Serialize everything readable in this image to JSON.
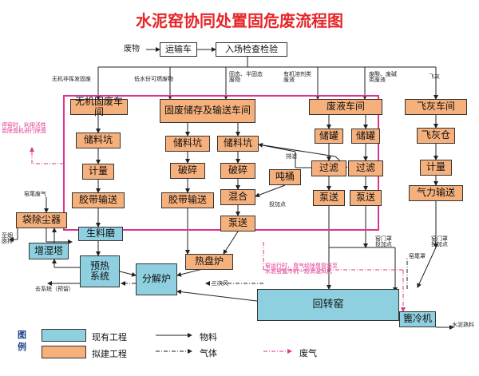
{
  "title": "水泥窑协同处置固危废流程图",
  "colors": {
    "existing": "#8ecfe0",
    "planned": "#f6b07b",
    "pink": "#e0338f",
    "title_red": "#e5262a"
  },
  "top": {
    "waste": "废物",
    "transport": "运输车",
    "inspection": "入场检查检验"
  },
  "categories": {
    "inorganic": "无机非挥发固废",
    "low_heat": "低水份可燃废物",
    "solid_semi": "固态、半固态\n废物",
    "organic_solvent": "有机溶剂类\n废液",
    "acid_base": "废酸、废碱\n类废液",
    "fly_ash": "飞灰"
  },
  "boxes": {
    "inorganic_ws": "无机固废车间",
    "solid_storage": "固废储存及输送车间",
    "liquid_ws": "废液车间",
    "flyash_ws": "飞灰车间",
    "pit1": "储料坑",
    "meter1": "计量",
    "belt1": "胶带输送",
    "pit2": "储料坑",
    "crush2": "破碎",
    "belt2": "胶带输送",
    "pit3": "储料坑",
    "crush3": "破碎",
    "mix": "混合",
    "pump_mix": "泵送",
    "ton": "吨桶",
    "tank1": "储罐",
    "filter1": "过滤",
    "pump1": "泵送",
    "tank2": "储罐",
    "filter2": "过滤",
    "pump2": "泵送",
    "flyash_silo": "飞灰仓",
    "meter_fa": "计量",
    "pneumatic": "气力输送",
    "bag_filter": "袋除尘器",
    "belt_conveyor": "生料磨",
    "humidifier": "增湿塔",
    "preheater": "预热\n系统",
    "calciner": "分解炉",
    "hot_disc": "热盘炉",
    "kiln": "回转窑",
    "cooler": "篦冷机"
  },
  "notes": {
    "stop_kiln": "停窑时，利用活性\n炭除臭机进行除臭",
    "kiln_run": "窑运行时，臭气经除臭管送至\n水泥窑篦冷机一段高温风机",
    "exhaust_gas": "窑尾废气",
    "to_chimney": "至烟\n囱排",
    "to_system": "去系统（预留）",
    "kiln_gas": "三次风",
    "clinker": "水泥熟料",
    "dust": "排滤",
    "ton_point": "投加点",
    "kiln_door1": "窑门罩\n投加点",
    "kiln_door2": "窑门罩\n投加点",
    "tail_cover": "窑尾罩"
  },
  "legend": {
    "title": "图\n例",
    "existing": "现有工程",
    "planned": "拟建工程",
    "material": "物料",
    "gas": "气体",
    "waste_gas": "废气"
  }
}
